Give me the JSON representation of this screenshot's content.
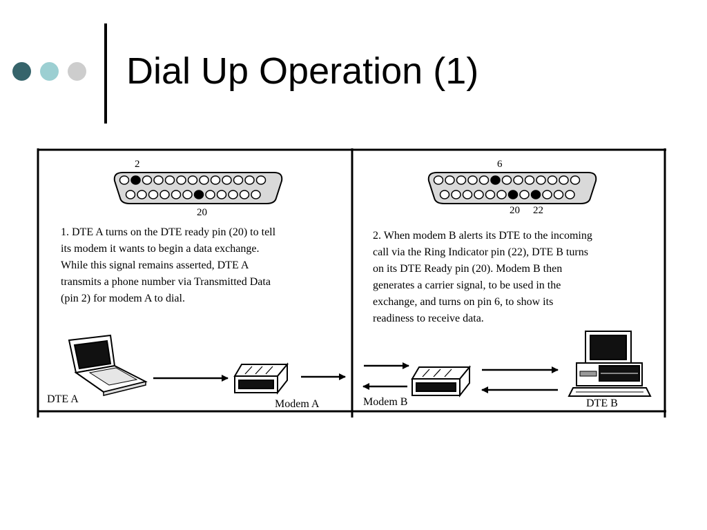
{
  "title": "Dial Up Operation (1)",
  "colors": {
    "dot1": "#36646b",
    "dot2": "#9ccfd2",
    "dot3": "#cdcdcd",
    "connector_fill": "#d9d9d9",
    "asserted_pin": "#000000"
  },
  "panels": [
    {
      "pin_top_label": "2",
      "pin_bottom_labels": [
        "20"
      ],
      "top_row_count": 13,
      "top_row_asserted": [
        2
      ],
      "bottom_row_count": 12,
      "bottom_row_asserted": [
        7
      ],
      "text_lines": [
        "1. DTE A turns on the DTE ready pin (20) to tell",
        "its modem it wants to begin a data exchange.",
        "While this signal remains asserted, DTE A",
        "transmits a phone number via Transmitted Data",
        "(pin 2) for modem A to dial."
      ],
      "device_labels": {
        "computer": "DTE A",
        "modem": "Modem A"
      }
    },
    {
      "pin_top_label": "6",
      "pin_bottom_labels": [
        "20",
        "22"
      ],
      "top_row_count": 13,
      "top_row_asserted": [
        6
      ],
      "bottom_row_count": 12,
      "bottom_row_asserted": [
        7,
        9
      ],
      "text_lines": [
        "2. When modem B alerts its DTE to the incoming",
        "call via the Ring Indicator pin (22), DTE B turns",
        "on its DTE Ready pin (20). Modem B then",
        "generates a carrier signal, to be used in the",
        "exchange, and turns on pin 6, to show its",
        "readiness to receive data."
      ],
      "device_labels": {
        "computer": "DTE B",
        "modem": "Modem B"
      }
    }
  ]
}
